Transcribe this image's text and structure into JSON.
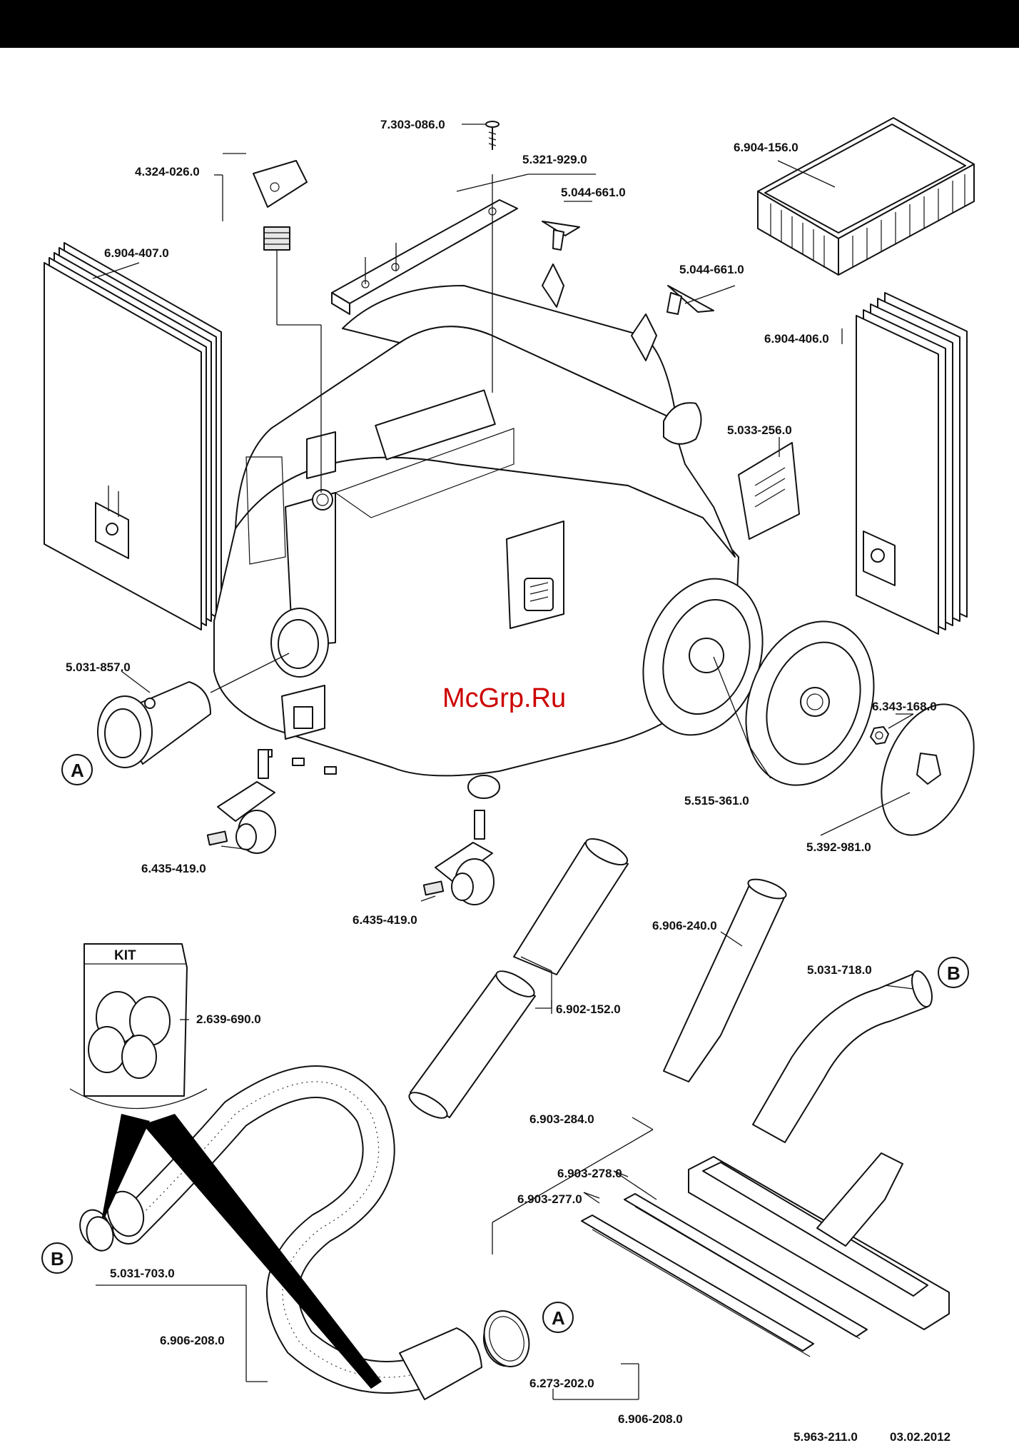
{
  "header": {
    "bar_color": "#000000"
  },
  "watermark": {
    "text": "McGrp.Ru",
    "color": "#cc0000"
  },
  "parts": {
    "p7303086": "7.303-086.0",
    "p5321929": "5.321-929.0",
    "p4324026": "4.324-026.0",
    "p5044661a": "5.044-661.0",
    "p5044661b": "5.044-661.0",
    "p6904156": "6.904-156.0",
    "p6904407": "6.904-407.0",
    "p6904406": "6.904-406.0",
    "p5033256": "5.033-256.0",
    "p5031857": "5.031-857.0",
    "p6343168": "6.343-168.0",
    "p5515361": "5.515-361.0",
    "p5392981": "5.392-981.0",
    "p6435419a": "6.435-419.0",
    "p6435419b": "6.435-419.0",
    "p6906240": "6.906-240.0",
    "p5031718": "5.031-718.0",
    "p6902152": "6.902-152.0",
    "p2639690": "2.639-690.0",
    "p6903284": "6.903-284.0",
    "p6903278": "6.903-278.0",
    "p6903277": "6.903-277.0",
    "p5031703": "5.031-703.0",
    "p6906208a": "6.906-208.0",
    "p6273202": "6.273-202.0",
    "p6906208b": "6.906-208.0"
  },
  "kit_label": "KIT",
  "callouts": {
    "a": "A",
    "b": "B"
  },
  "footer": {
    "doc_number": "5.963-211.0",
    "date": "03.02.2012"
  }
}
